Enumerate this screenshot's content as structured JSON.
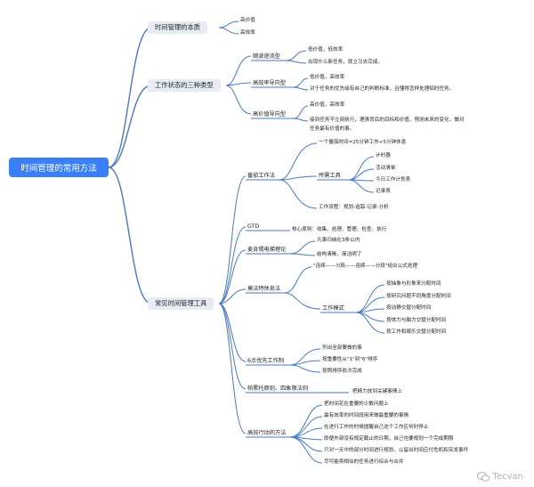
{
  "root": "时间管理的常用方法",
  "branches": {
    "essence": {
      "label": "时间管理的本质",
      "items": [
        "高价值",
        "高效率"
      ]
    },
    "work_states": {
      "label": "工作状态的三种类型",
      "types": [
        {
          "label": "随波逐流型",
          "items": [
            "低价值，低效率",
            "出现什么新任务，就立马去完成。"
          ]
        },
        {
          "label": "高效率导向型",
          "items": [
            "低价值，高效率",
            "对于任务的优先级有自己的判断标准，且懂得怎样处理临时任务。"
          ]
        },
        {
          "label": "高价值导向型",
          "items": [
            "高价值，高效率",
            "接到任务不立刻执行，理清背后的目标和价值，预测未来的变化，做对",
            "任务最有价值的事。"
          ]
        }
      ]
    },
    "tools": {
      "label": "常见时间管理工具",
      "pomodoro": {
        "label": "番茄工作法",
        "first": "一个番茄时间=25分钟工作+5分钟休息",
        "needed_tools": {
          "label": "所需工具",
          "items": [
            "计时器",
            "活动清单",
            "今日工作计划表",
            "记录表"
          ]
        },
        "flow": "工作流程：规划-追踪-记录-分析"
      },
      "gtd": {
        "label": "GTD",
        "item": "核心原则：收集、处理、管理、检查、执行"
      },
      "mckinsey": {
        "label": "麦肯锡电梯理论",
        "items": [
          "凡事归纳在3条以内",
          "结构清晰，简洁明了"
        ]
      },
      "mozart": {
        "label": "莫法特休息法",
        "formula": "\"连续——分段——连续——分段\"组合公式处理",
        "mode": {
          "label": "工作模式",
          "items": [
            "按抽象与形象来分配时间",
            "按研究问题不同角度分配时间",
            "按动静交替分配时间",
            "按体力与脑力交替分配时间",
            "按工作和娱乐交替分配时间"
          ]
        }
      },
      "six_priority": {
        "label": "6点优先工作制",
        "items": [
          "列出全部要做的事",
          "按重要性从\"1\"到\"6\"排序",
          "按照排序依次完成"
        ]
      },
      "pareto": {
        "label": "帕累托原则、四象限法则",
        "item": "把精力放到关键事情上"
      },
      "effective_action": {
        "label": "高效行动的方法",
        "items": [
          "把时间花在重要的少数问题上",
          "最有效率的时间段用来做最重要的事情",
          "在进行工作的时候提醒自己这个工作应何时停止",
          "即便外部没有规定截止的日期，自己也要规划一个完成期限",
          "只对一天中的部分时间进行规划，以留出时间应付危机和突发事件",
          "尽可能将相似的任务进行综合与合并"
        ]
      }
    }
  },
  "watermark": "Tecvan",
  "colors": {
    "line": "#4a78c2",
    "root_fill": "#3b7ff6",
    "branch_fill": "#e8edf5"
  }
}
